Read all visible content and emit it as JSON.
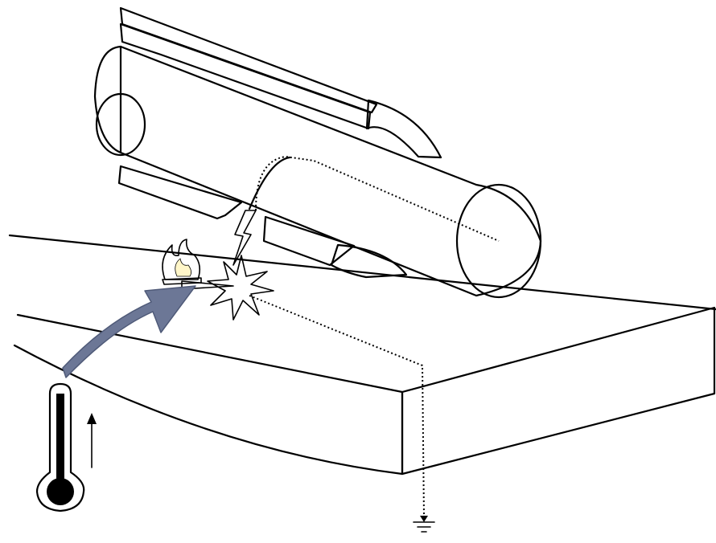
{
  "diagram": {
    "components": [
      {
        "id": "cable-conductor",
        "icon": "cylinder-icon"
      },
      {
        "id": "cable-insulation",
        "icon": "hatched-sleeve-icon"
      },
      {
        "id": "mounting-slab",
        "icon": "slab-icon"
      },
      {
        "id": "fire",
        "icon": "flame-icon",
        "colors": {
          "flame": "#f2c300",
          "flame_core": "#fff6c8"
        }
      },
      {
        "id": "arc-spark",
        "icon": "spark-icon",
        "colors": {
          "fill": "#c9c9c9"
        }
      },
      {
        "id": "heat-flow-arrow",
        "icon": "heat-arrow-icon",
        "colors": {
          "fill": "#6c7796"
        }
      },
      {
        "id": "temperature-rise",
        "icon": "thermometer-icon"
      },
      {
        "id": "fault-current-path",
        "icon": "dotted-path-icon"
      },
      {
        "id": "ground",
        "icon": "ground-icon"
      }
    ]
  }
}
